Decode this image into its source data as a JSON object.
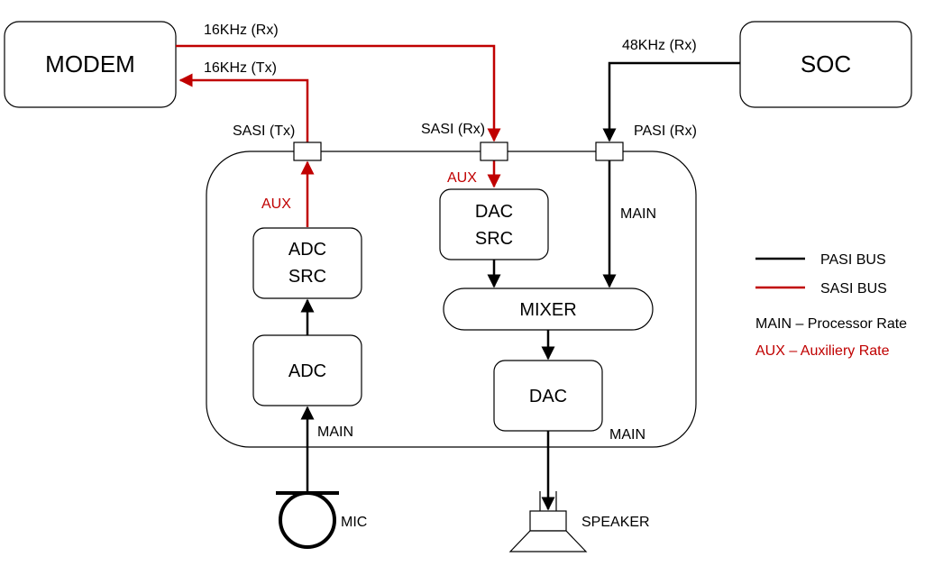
{
  "colors": {
    "pasi": "#000000",
    "sasi": "#c00000"
  },
  "blocks": {
    "modem": "MODEM",
    "soc": "SOC",
    "dac_src_line1": "DAC",
    "dac_src_line2": "SRC",
    "adc_src_line1": "ADC",
    "adc_src_line2": "SRC",
    "mixer": "MIXER",
    "adc": "ADC",
    "dac": "DAC"
  },
  "signals": {
    "modem_rx": "16KHz (Rx)",
    "modem_tx": "16KHz (Tx)",
    "soc_rx": "48KHz (Rx)"
  },
  "ports": {
    "sasi_tx": "SASI (Tx)",
    "sasi_rx": "SASI (Rx)",
    "pasi_rx": "PASI (Rx)"
  },
  "path_labels": {
    "aux_left": "AUX",
    "aux_mid": "AUX",
    "main_pasi": "MAIN",
    "main_mic": "MAIN",
    "main_dac": "MAIN"
  },
  "devices": {
    "mic": "MIC",
    "speaker": "SPEAKER"
  },
  "legend": {
    "pasi_bus": "PASI BUS",
    "sasi_bus": "SASI BUS",
    "main_desc": "MAIN – Processor Rate",
    "aux_desc": "AUX – Auxiliery Rate"
  }
}
